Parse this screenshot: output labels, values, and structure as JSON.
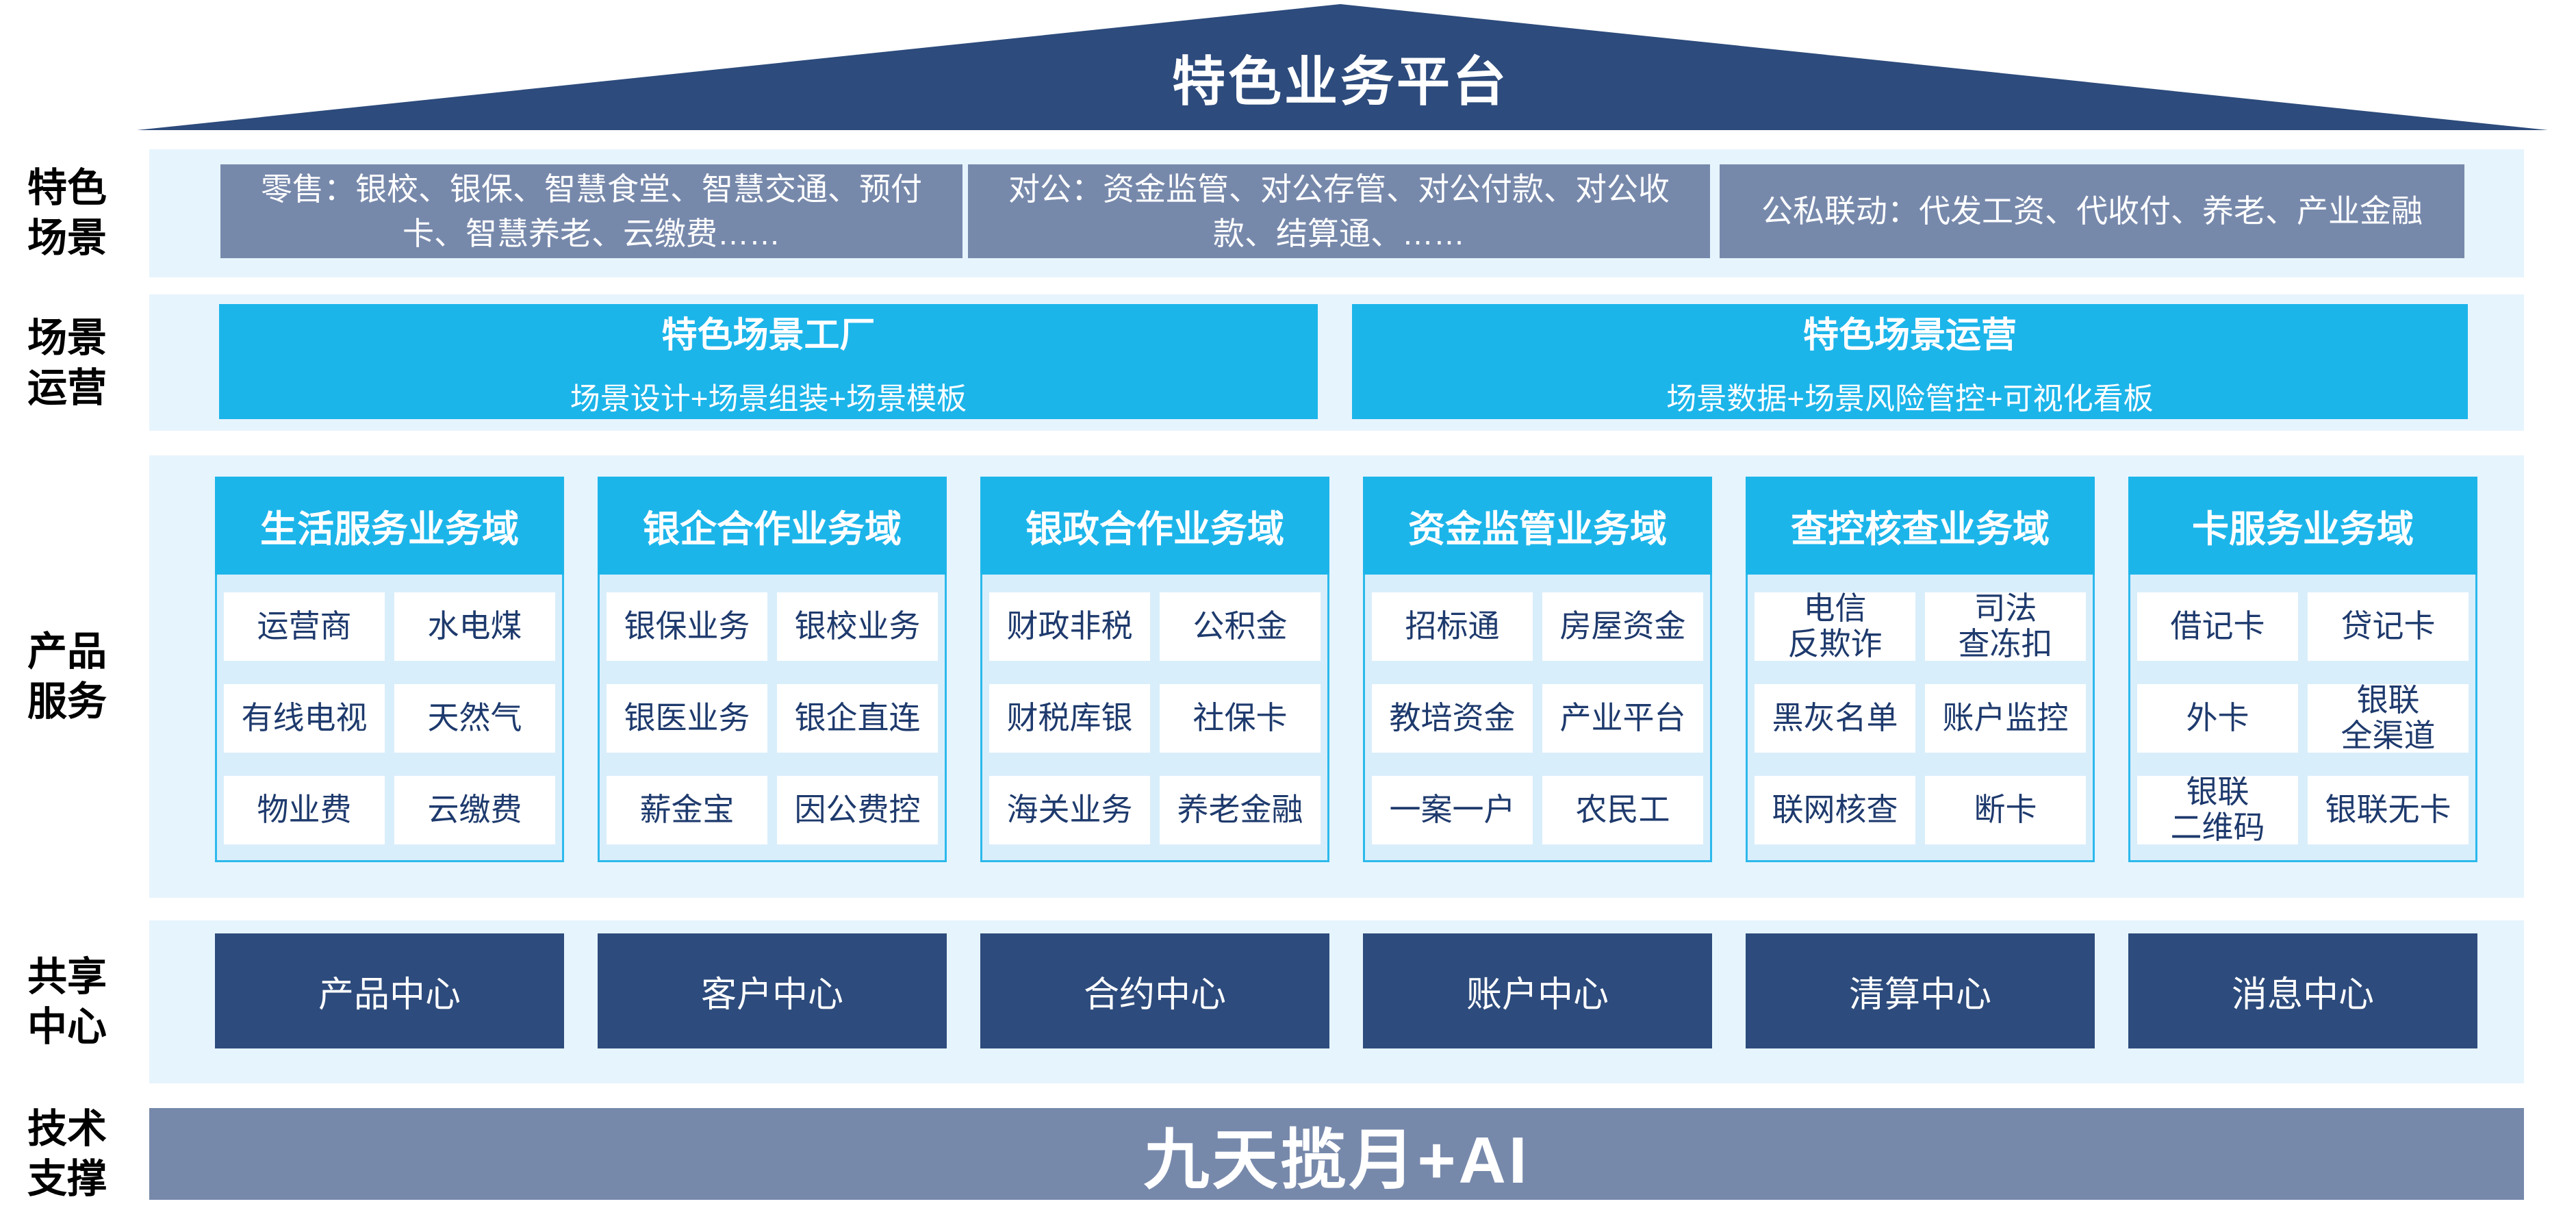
{
  "title": "特色业务平台",
  "colors": {
    "roof_dark_blue": "#2d4b7c",
    "gray_blue": "#7789ab",
    "band_light_blue": "#e6f4fd",
    "accent_cyan": "#1cb5ea",
    "column_body_blue": "#d9eefb",
    "cell_text_navy": "#1e3a6d"
  },
  "rows": {
    "scenes": {
      "label_lines": [
        "特色",
        "场景"
      ],
      "boxes": [
        "零售：银校、银保、智慧食堂、智慧交通、预付卡、智慧养老、云缴费……",
        "对公：资金监管、对公存管、对公付款、对公收款、结算通、……",
        "公私联动：代发工资、代收付、养老、产业金融"
      ]
    },
    "operation": {
      "label_lines": [
        "场景",
        "运营"
      ],
      "boxes": [
        {
          "title": "特色场景工厂",
          "subtitle": "场景设计+场景组装+场景模板"
        },
        {
          "title": "特色场景运营",
          "subtitle": "场景数据+场景风险管控+可视化看板"
        }
      ]
    },
    "products": {
      "label_lines": [
        "产品",
        "服务"
      ],
      "columns": [
        {
          "header": "生活服务业务域",
          "cells": [
            "运营商",
            "水电煤",
            "有线电视",
            "天然气",
            "物业费",
            "云缴费"
          ]
        },
        {
          "header": "银企合作业务域",
          "cells": [
            "银保业务",
            "银校业务",
            "银医业务",
            "银企直连",
            "薪金宝",
            "因公费控"
          ]
        },
        {
          "header": "银政合作业务域",
          "cells": [
            "财政非税",
            "公积金",
            "财税库银",
            "社保卡",
            "海关业务",
            "养老金融"
          ]
        },
        {
          "header": "资金监管业务域",
          "cells": [
            "招标通",
            "房屋资金",
            "教培资金",
            "产业平台",
            "一案一户",
            "农民工"
          ]
        },
        {
          "header": "查控核查业务域",
          "cells": [
            "电信\n反欺诈",
            "司法\n查冻扣",
            "黑灰名单",
            "账户监控",
            "联网核查",
            "断卡"
          ]
        },
        {
          "header": "卡服务业务域",
          "cells": [
            "借记卡",
            "贷记卡",
            "外卡",
            "银联\n全渠道",
            "银联\n二维码",
            "银联无卡"
          ]
        }
      ]
    },
    "shared": {
      "label_lines": [
        "共享",
        "中心"
      ],
      "boxes": [
        "产品中心",
        "客户中心",
        "合约中心",
        "账户中心",
        "清算中心",
        "消息中心"
      ]
    },
    "tech": {
      "label_lines": [
        "技术",
        "支撑"
      ],
      "bar": "九天揽月+AI"
    }
  }
}
